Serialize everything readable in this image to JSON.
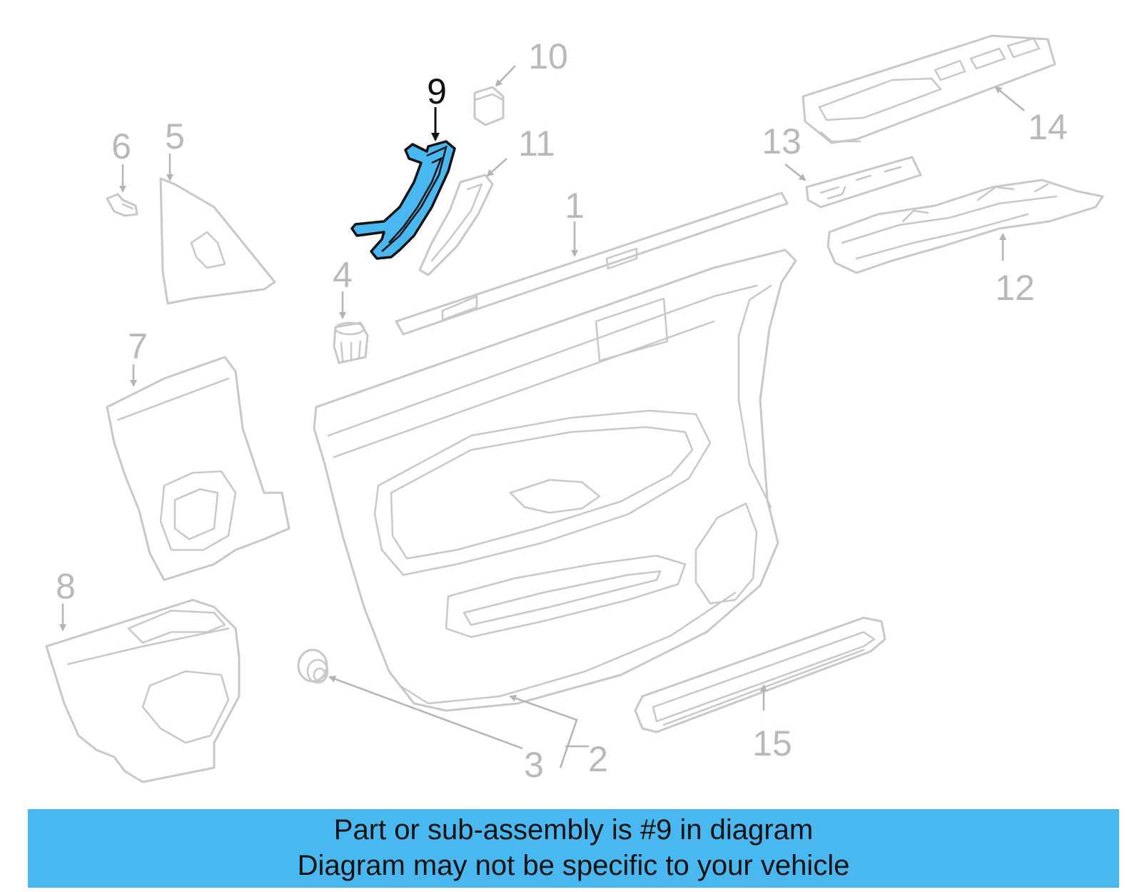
{
  "diagram": {
    "highlight_color": "#4ab8f0",
    "highlighted_part": "9",
    "callouts": [
      "1",
      "2",
      "3",
      "4",
      "5",
      "6",
      "7",
      "8",
      "9",
      "10",
      "11",
      "12",
      "13",
      "14",
      "15"
    ]
  },
  "banner": {
    "line1": "Part or sub-assembly is #9 in diagram",
    "line2": "Diagram may not be specific to your vehicle",
    "color": "#4ab8f0"
  }
}
